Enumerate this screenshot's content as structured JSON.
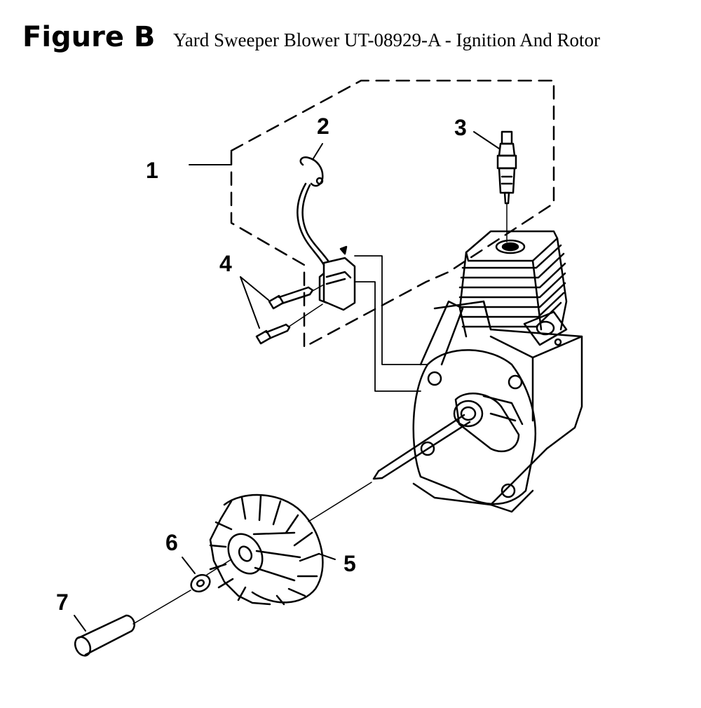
{
  "header": {
    "figure_label": "Figure B",
    "title": "Yard Sweeper Blower UT-08929-A - Ignition And Rotor"
  },
  "callouts": {
    "c1": "1",
    "c2": "2",
    "c3": "3",
    "c4": "4",
    "c5": "5",
    "c6": "6",
    "c7": "7"
  }
}
